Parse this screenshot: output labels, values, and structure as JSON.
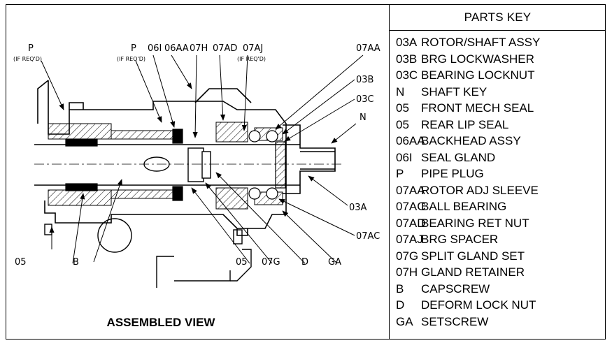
{
  "parts_key": {
    "title": "PARTS KEY",
    "items": [
      {
        "code": "03A",
        "description": "ROTOR/SHAFT ASSY"
      },
      {
        "code": "03B",
        "description": "BRG LOCKWASHER"
      },
      {
        "code": "03C",
        "description": "BEARING LOCKNUT"
      },
      {
        "code": "N",
        "description": "SHAFT KEY"
      },
      {
        "code": "05",
        "description": "FRONT MECH SEAL"
      },
      {
        "code": "05",
        "description": "REAR LIP SEAL"
      },
      {
        "code": "06AA",
        "description": "BACKHEAD ASSY"
      },
      {
        "code": "06I",
        "description": "SEAL GLAND"
      },
      {
        "code": "P",
        "description": "PIPE PLUG"
      },
      {
        "code": "07AA",
        "description": "ROTOR ADJ SLEEVE"
      },
      {
        "code": "07AC",
        "description": "BALL BEARING"
      },
      {
        "code": "07AD",
        "description": "BEARING RET NUT"
      },
      {
        "code": "07AJ",
        "description": "BRG SPACER"
      },
      {
        "code": "07G",
        "description": "SPLIT GLAND SET"
      },
      {
        "code": "07H",
        "description": "GLAND RETAINER"
      },
      {
        "code": "B",
        "description": "CAPSCREW"
      },
      {
        "code": "D",
        "description": "DEFORM LOCK NUT"
      },
      {
        "code": "GA",
        "description": "SETSCREW"
      }
    ]
  },
  "drawing": {
    "caption": "ASSEMBLED VIEW",
    "callouts": {
      "p_left": "P",
      "p_left_note": "(IF REQ'D)",
      "p_mid": "P",
      "p_mid_note": "(IF REQ'D)",
      "c_06i": "06I",
      "c_06aa": "06AA",
      "c_07h": "07H",
      "c_07ad": "07AD",
      "c_07aj": "07AJ",
      "c_07aj_note": "(IF REQ'D)",
      "c_07aa": "07AA",
      "c_03b": "03B",
      "c_03c": "03C",
      "c_n": "N",
      "c_03a": "03A",
      "c_07ac": "07AC",
      "c_05_left": "05",
      "c_b": "B",
      "c_05_mid": "05",
      "c_07g": "07G",
      "c_d": "D",
      "c_ga": "GA"
    }
  }
}
